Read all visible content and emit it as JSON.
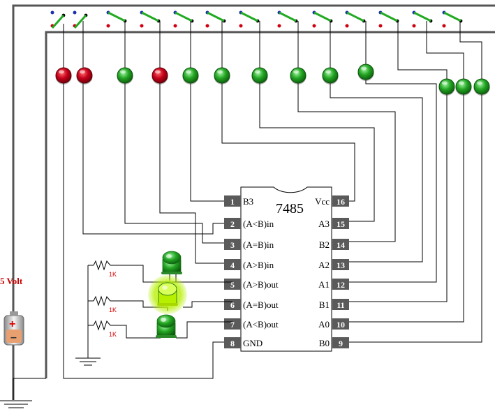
{
  "chip": {
    "name": "7485",
    "left_pins": [
      {
        "num": "1",
        "label": "B3"
      },
      {
        "num": "2",
        "label": "(A<B)in"
      },
      {
        "num": "3",
        "label": "(A=B)in"
      },
      {
        "num": "4",
        "label": "(A>B)in"
      },
      {
        "num": "5",
        "label": "(A>B)out"
      },
      {
        "num": "6",
        "label": "(A=B)out"
      },
      {
        "num": "7",
        "label": "(A<B)out"
      },
      {
        "num": "8",
        "label": "GND"
      }
    ],
    "right_pins": [
      {
        "num": "16",
        "label": "Vcc"
      },
      {
        "num": "15",
        "label": "A3"
      },
      {
        "num": "14",
        "label": "B2"
      },
      {
        "num": "13",
        "label": "A2"
      },
      {
        "num": "12",
        "label": "A1"
      },
      {
        "num": "11",
        "label": "B1"
      },
      {
        "num": "10",
        "label": "A0"
      },
      {
        "num": "9",
        "label": "B0"
      }
    ]
  },
  "battery_label": "5 Volt",
  "resistors": [
    {
      "label": "1K"
    },
    {
      "label": "1K"
    },
    {
      "label": "1K"
    }
  ],
  "input_leds": [
    {
      "color": "red"
    },
    {
      "color": "red"
    },
    {
      "color": "green"
    },
    {
      "color": "red"
    },
    {
      "color": "green"
    },
    {
      "color": "green"
    },
    {
      "color": "green"
    },
    {
      "color": "green"
    },
    {
      "color": "green"
    },
    {
      "color": "green"
    },
    {
      "color": "green"
    },
    {
      "color": "green"
    },
    {
      "color": "green"
    }
  ],
  "output_leds": [
    {
      "name": "A>B out",
      "lit": false
    },
    {
      "name": "A=B out",
      "lit": true
    },
    {
      "name": "A<B out",
      "lit": false
    }
  ],
  "colors": {
    "led_red": "#b00010",
    "led_green": "#22a322",
    "led_lit": "#b6f000",
    "switch_lever": "#22aa22",
    "pin_box": "#5a5a5a"
  }
}
